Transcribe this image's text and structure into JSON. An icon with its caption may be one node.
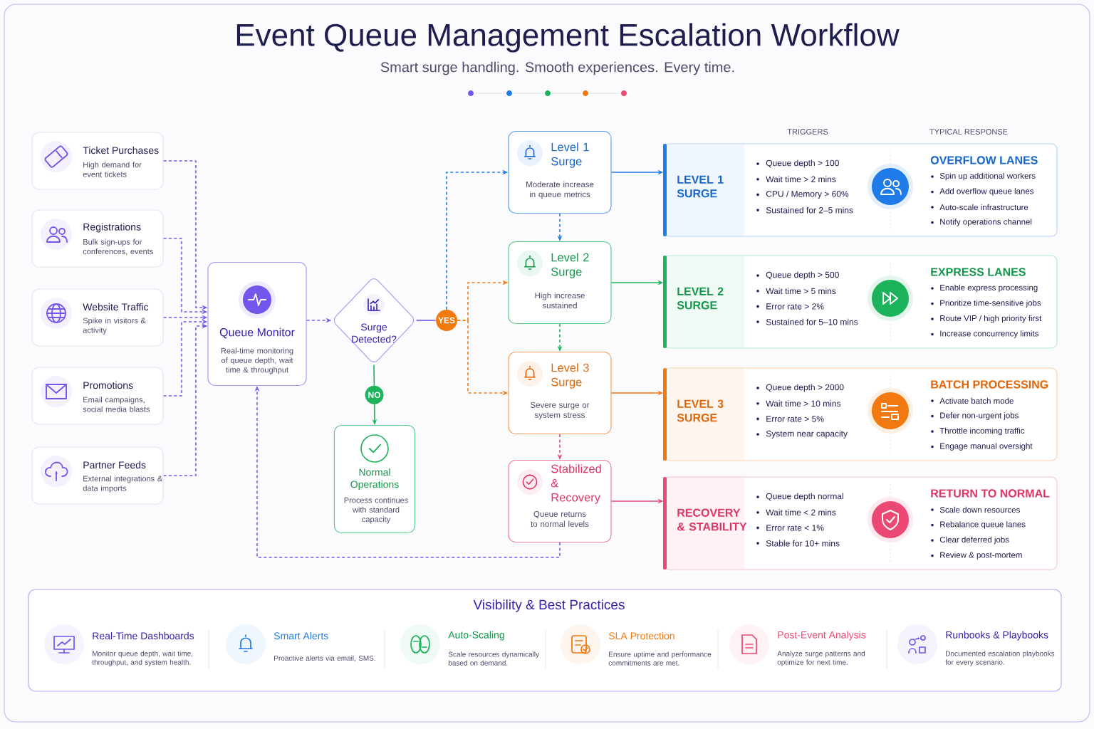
{
  "diagram": {
    "title": "Event Queue Management Escalation Workflow",
    "nodes": [
      {
        "text": [
          "Ticket Purchases",
          "High demand for event tickets"
        ]
      },
      {
        "text": [
          "Registrations",
          "Bulk sign-ups for conferences, events"
        ]
      },
      {
        "text": [
          "Website Traffic",
          "Spike in visitors & activity"
        ]
      },
      {
        "text": [
          "Promotions",
          "Email campaigns, social media blasts"
        ]
      },
      {
        "text": [
          "Partner Feeds",
          "External integrations & data imports"
        ]
      },
      {
        "text": [
          "Queue Monitor",
          "Real-time monitoring of queue depth, wait time & throughput"
        ]
      },
      {
        "text": [
          "Surge Detected?"
        ]
      },
      {
        "text": [
          "YES"
        ]
      },
      {
        "text": [
          "Level 1 Surge",
          "Moderate increase in queue metrics"
        ]
      },
      {
        "text": [
          "Level 2 Surge",
          "High increase sustained"
        ]
      },
      {
        "text": [
          "Level 3 Surge",
          "Severe surge or system stress"
        ]
      },
      {
        "text": [
          "Stabilized & Recovery",
          "Queue returns to normal levels"
        ]
      },
      {
        "text": [
          "Normal Operations",
          "Process continues with standard capacity"
        ]
      },
      {
        "text": [
          "LEVEL 1 SURGE",
          "Queue depth > 100",
          "Wait time > 2 mins",
          "CPU / Memory > 60%",
          "Sustained for 2–5 mins",
          "OVERFLOW LANES",
          "Spin up additional workers",
          "Add overflow queue lanes",
          "Auto-scale infrastructure",
          "Notify operations channel"
        ]
      },
      {
        "text": [
          "LEVEL 2 SURGE",
          "Queue depth > 500",
          "Wait time > 5 mins",
          "Error rate > 2%",
          "Sustained for 5–10 mins",
          "EXPRESS LANES",
          "Enable express processing",
          "Prioritize time-sensitive jobs",
          "Route VIP / high priority first",
          "Increase concurrency limits"
        ]
      },
      {
        "text": [
          "LEVEL 3 SURGE",
          "Queue depth > 2000",
          "Wait time > 10 mins",
          "Error rate > 5%",
          "System near capacity",
          "BATCH PROCESSING",
          "Activate batch mode",
          "Defer non-urgent jobs",
          "Throttle incoming traffic",
          "Engage manual oversight"
        ]
      },
      {
        "text": [
          "RECOVERY & STABILITY",
          "Queue depth normal",
          "Wait time < 2 mins",
          "Error rate < 1%",
          "Stable for 10+ mins",
          "RETURN TO NORMAL",
          "Scale down resources",
          "Rebalance queue lanes",
          "Clear deferred jobs",
          "Review & post-mortem"
        ]
      },
      {
        "text": [
          "Visibility & Best Practices",
          "Real-Time Dashboards",
          "Monitor queue depth, wait time, throughput, and system health.",
          "Smart Alerts",
          "Proactive alerts via email, SMS.",
          "Auto-Scaling",
          "Scale resources dynamically based on demand.",
          "SLA Protection",
          "Ensure uptime and performance commitments are met.",
          "Post-Event Analysis",
          "Analyze surge patterns and optimize for next time.",
          "Runbooks & Playbooks",
          "Documented escalation playbooks for every scenario."
        ]
      }
    ],
    "edges": [
      {
        "from": 0,
        "to": 5,
        "arrow": "to",
        "style": "dashed"
      },
      {
        "from": 1,
        "to": 5,
        "arrow": "to",
        "style": "dashed"
      },
      {
        "from": 2,
        "to": 5,
        "arrow": "to",
        "style": "dashed"
      },
      {
        "from": 3,
        "to": 5,
        "arrow": "to",
        "style": "dashed"
      },
      {
        "from": 4,
        "to": 5,
        "arrow": "to",
        "style": "dashed"
      },
      {
        "from": 5,
        "to": 6,
        "arrow": "to",
        "style": "dashed"
      },
      {
        "from": 6,
        "to": 7,
        "arrow": "none"
      },
      {
        "from": 7,
        "to": 8,
        "arrow": "to",
        "style": "dashed",
        "color": "#1f7be8"
      },
      {
        "from": 7,
        "to": 9,
        "arrow": "to",
        "style": "dashed",
        "color": "#f2790f"
      },
      {
        "from": 7,
        "to": 10,
        "arrow": "to",
        "style": "dashed",
        "color": "#f2790f"
      },
      {
        "from": 6,
        "to": 12,
        "arrow": "to",
        "label": "NO",
        "color": "#1db35c"
      },
      {
        "from": 8,
        "to": 9,
        "arrow": "to",
        "style": "dashed",
        "color": "#1f7be8"
      },
      {
        "from": 9,
        "to": 10,
        "arrow": "to",
        "style": "dashed",
        "color": "#1db35c"
      },
      {
        "from": 10,
        "to": 11,
        "arrow": "to",
        "style": "dashed",
        "color": "#ec4874"
      },
      {
        "from": 11,
        "to": 5,
        "arrow": "to",
        "style": "dashed"
      },
      {
        "from": 8,
        "to": 13,
        "arrow": "to",
        "color": "#1f7be8"
      },
      {
        "from": 9,
        "to": 14,
        "arrow": "to",
        "color": "#1db35c"
      },
      {
        "from": 10,
        "to": 15,
        "arrow": "to",
        "color": "#f2790f"
      },
      {
        "from": 11,
        "to": 16,
        "arrow": "to",
        "color": "#ec4874"
      }
    ],
    "labels": [
      "Smart surge handling. Smooth experiences. Every time.",
      "TRIGGERS",
      "TYPICAL RESPONSE"
    ]
  }
}
